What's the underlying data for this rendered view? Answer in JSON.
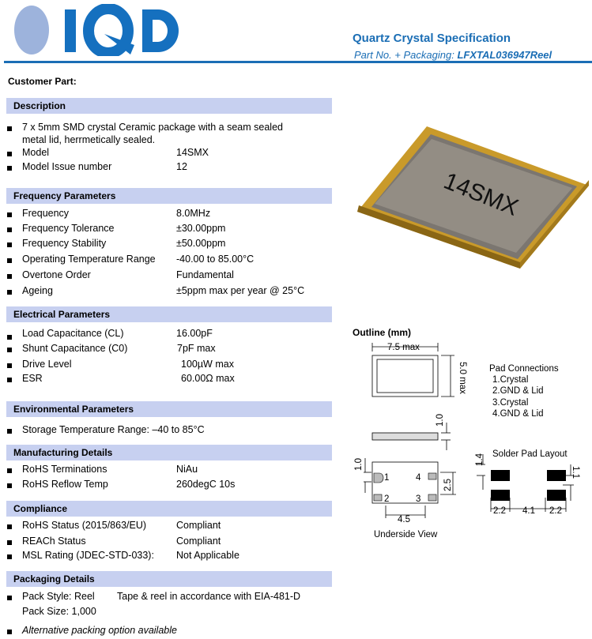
{
  "header": {
    "logo_text": "IQD",
    "title": "Quartz Crystal Specification",
    "part_label": "Part No. + Packaging:",
    "part_number": "LFXTAL036947Reel"
  },
  "customer_part_label": "Customer Part:",
  "description": {
    "heading": "Description",
    "line1": "7 x 5mm SMD crystal Ceramic package with a seam sealed",
    "line2": "metal lid, herrmetically sealed.",
    "items": [
      {
        "label": "Model",
        "value": "14SMX"
      },
      {
        "label": "Model Issue number",
        "value": "12"
      }
    ]
  },
  "frequency": {
    "heading": "Frequency Parameters",
    "items": [
      {
        "label": "Frequency",
        "value": "8.0MHz"
      },
      {
        "label": "Frequency Tolerance",
        "value": "±30.00ppm"
      },
      {
        "label": "Frequency Stability",
        "value": "±50.00ppm"
      },
      {
        "label": "Operating Temperature Range",
        "value": "-40.00 to 85.00°C"
      },
      {
        "label": "Overtone Order",
        "value": "Fundamental"
      },
      {
        "label": "Ageing",
        "value": "±5ppm max per year @ 25°C"
      }
    ]
  },
  "electrical": {
    "heading": "Electrical Parameters",
    "items": [
      {
        "label": "Load Capacitance (CL)",
        "value": "16.00pF"
      },
      {
        "label": "Shunt Capacitance (C0)",
        "value": "7pF max"
      },
      {
        "label": "Drive Level",
        "value": "100µW max"
      },
      {
        "label": "ESR",
        "value": "60.00Ω max"
      }
    ]
  },
  "environmental": {
    "heading": "Environmental Parameters",
    "item": "Storage Temperature Range: –40 to 85°C"
  },
  "manufacturing": {
    "heading": "Manufacturing Details",
    "items": [
      {
        "label": "RoHS Terminations",
        "value": "NiAu"
      },
      {
        "label": "RoHS Reflow Temp",
        "value": "260degC 10s"
      }
    ]
  },
  "compliance": {
    "heading": "Compliance",
    "items": [
      {
        "label": "RoHS Status (2015/863/EU)",
        "value": "Compliant"
      },
      {
        "label": "REACh Status",
        "value": "Compliant"
      },
      {
        "label": "MSL Rating (JDEC-STD-033):",
        "value": "Not Applicable"
      }
    ]
  },
  "packaging": {
    "heading": "Packaging Details",
    "style": "Pack Style: Reel",
    "style_desc": "Tape & reel in accordance with EIA-481-D",
    "size": "Pack Size: 1,000",
    "alt": "Alternative packing option available"
  },
  "product_image": {
    "marking": "14SMX"
  },
  "outline": {
    "heading": "Outline (mm)",
    "width": "7.5 max",
    "height": "5.0 max",
    "thickness": "1.0",
    "pad_offset": "1.0",
    "pad_pitch_v": "2.5",
    "pad_pitch_h": "4.5",
    "underside": "Underside View",
    "pad_connections_title": "Pad Connections",
    "pad_connections": [
      "1.Crystal",
      "2.GND & Lid",
      "3.Crystal",
      "4.GND & Lid"
    ],
    "pin_labels": [
      "1",
      "2",
      "3",
      "4"
    ],
    "solder_title": "Solder Pad Layout",
    "solder_h1": "1.4",
    "solder_h2": "1.1",
    "solder_w1": "2.2",
    "solder_gap": "4.1",
    "solder_w2": "2.2"
  },
  "colors": {
    "brand": "#1b6eb5",
    "logo_circle": "#9db3dc",
    "section_bar": "#c7d0f0"
  }
}
